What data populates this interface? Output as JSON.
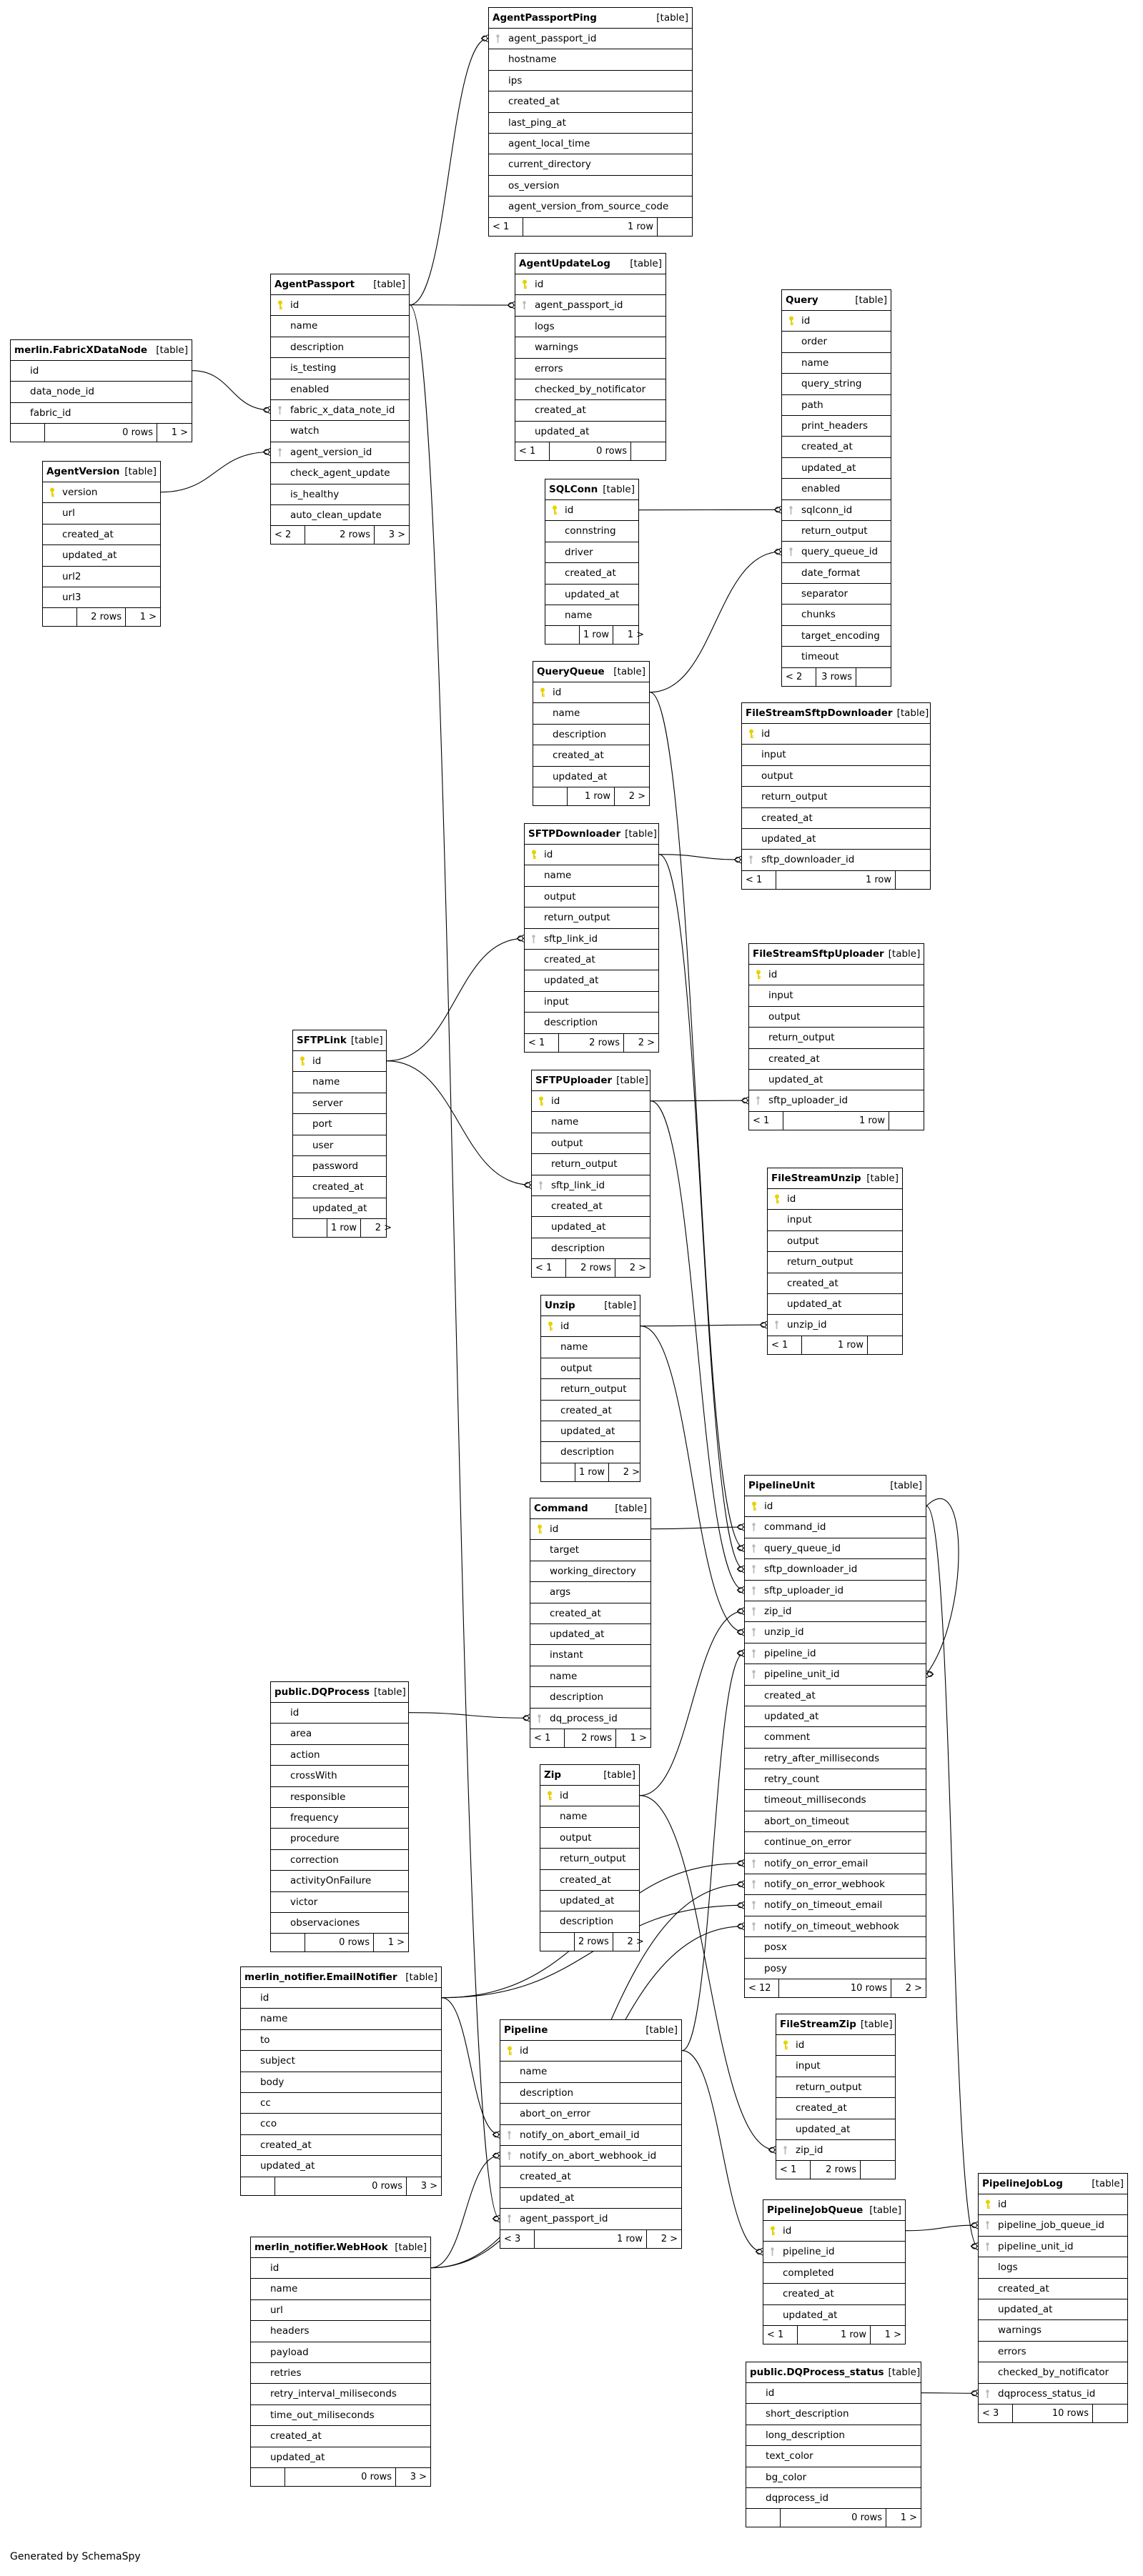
{
  "footer": {
    "generated_by": "Generated by SchemaSpy"
  },
  "tables": [
    {
      "id": "agentpassportping",
      "name": "AgentPassportPing",
      "type": "[table]",
      "pk": "id",
      "fk": [
        "agent_passport_id"
      ],
      "columns": [
        "agent_passport_id",
        "hostname",
        "ips",
        "created_at",
        "last_ping_at",
        "agent_local_time",
        "current_directory",
        "os_version",
        "agent_version_from_source_code"
      ],
      "footer": [
        "< 1",
        "1 row",
        ""
      ]
    },
    {
      "id": "agentupdatelog",
      "name": "AgentUpdateLog",
      "type": "[table]",
      "pk": "id",
      "fk": [
        "agent_passport_id"
      ],
      "columns": [
        "id",
        "agent_passport_id",
        "logs",
        "warnings",
        "errors",
        "checked_by_notificator",
        "created_at",
        "updated_at"
      ],
      "footer": [
        "< 1",
        "0 rows",
        ""
      ]
    },
    {
      "id": "merlinfabricxdatanode",
      "name": "merlin.FabricXDataNode",
      "type": "[table]",
      "pk": "",
      "fk": [],
      "columns": [
        "id",
        "data_node_id",
        "fabric_id"
      ],
      "footer": [
        "",
        "0 rows",
        "1 >"
      ]
    },
    {
      "id": "agentversion",
      "name": "AgentVersion",
      "type": "[table]",
      "pk": "version",
      "fk": [],
      "columns": [
        "version",
        "url",
        "created_at",
        "updated_at",
        "url2",
        "url3"
      ],
      "footer": [
        "",
        "2 rows",
        "1 >"
      ]
    },
    {
      "id": "agentpassport",
      "name": "AgentPassport",
      "type": "[table]",
      "pk": "id",
      "fk": [
        "fabric_x_data_note_id",
        "agent_version_id"
      ],
      "columns": [
        "id",
        "name",
        "description",
        "is_testing",
        "enabled",
        "fabric_x_data_note_id",
        "watch",
        "agent_version_id",
        "check_agent_update",
        "is_healthy",
        "auto_clean_update"
      ],
      "footer": [
        "< 2",
        "2 rows",
        "3 >"
      ]
    },
    {
      "id": "query",
      "name": "Query",
      "type": "[table]",
      "pk": "id",
      "fk": [
        "sqlconn_id",
        "query_queue_id"
      ],
      "columns": [
        "id",
        "order",
        "name",
        "query_string",
        "path",
        "print_headers",
        "created_at",
        "updated_at",
        "enabled",
        "sqlconn_id",
        "return_output",
        "query_queue_id",
        "date_format",
        "separator",
        "chunks",
        "target_encoding",
        "timeout"
      ],
      "footer": [
        "< 2",
        "3 rows",
        ""
      ]
    },
    {
      "id": "sqlconn",
      "name": "SQLConn",
      "type": "[table]",
      "pk": "id",
      "fk": [],
      "columns": [
        "id",
        "connstring",
        "driver",
        "created_at",
        "updated_at",
        "name"
      ],
      "footer": [
        "",
        "1 row",
        "1 >"
      ]
    },
    {
      "id": "queryqueue",
      "name": "QueryQueue",
      "type": "[table]",
      "pk": "id",
      "fk": [],
      "columns": [
        "id",
        "name",
        "description",
        "created_at",
        "updated_at"
      ],
      "footer": [
        "",
        "1 row",
        "2 >"
      ]
    },
    {
      "id": "filestreamsftpdownloader",
      "name": "FileStreamSftpDownloader",
      "type": "[table]",
      "pk": "id",
      "fk": [
        "sftp_downloader_id"
      ],
      "columns": [
        "id",
        "input",
        "output",
        "return_output",
        "created_at",
        "updated_at",
        "sftp_downloader_id"
      ],
      "footer": [
        "< 1",
        "1 row",
        ""
      ]
    },
    {
      "id": "sftpdownloader",
      "name": "SFTPDownloader",
      "type": "[table]",
      "pk": "id",
      "fk": [
        "sftp_link_id"
      ],
      "columns": [
        "id",
        "name",
        "output",
        "return_output",
        "sftp_link_id",
        "created_at",
        "updated_at",
        "input",
        "description"
      ],
      "footer": [
        "< 1",
        "2 rows",
        "2 >"
      ]
    },
    {
      "id": "filestreamsftpuploader",
      "name": "FileStreamSftpUploader",
      "type": "[table]",
      "pk": "id",
      "fk": [
        "sftp_uploader_id"
      ],
      "columns": [
        "id",
        "input",
        "output",
        "return_output",
        "created_at",
        "updated_at",
        "sftp_uploader_id"
      ],
      "footer": [
        "< 1",
        "1 row",
        ""
      ]
    },
    {
      "id": "sftplink",
      "name": "SFTPLink",
      "type": "[table]",
      "pk": "id",
      "fk": [],
      "columns": [
        "id",
        "name",
        "server",
        "port",
        "user",
        "password",
        "created_at",
        "updated_at"
      ],
      "footer": [
        "",
        "1 row",
        "2 >"
      ]
    },
    {
      "id": "sftpuploader",
      "name": "SFTPUploader",
      "type": "[table]",
      "pk": "id",
      "fk": [
        "sftp_link_id"
      ],
      "columns": [
        "id",
        "name",
        "output",
        "return_output",
        "sftp_link_id",
        "created_at",
        "updated_at",
        "description"
      ],
      "footer": [
        "< 1",
        "2 rows",
        "2 >"
      ]
    },
    {
      "id": "filestreamunzip",
      "name": "FileStreamUnzip",
      "type": "[table]",
      "pk": "id",
      "fk": [
        "unzip_id"
      ],
      "columns": [
        "id",
        "input",
        "output",
        "return_output",
        "created_at",
        "updated_at",
        "unzip_id"
      ],
      "footer": [
        "< 1",
        "1 row",
        ""
      ]
    },
    {
      "id": "unzip",
      "name": "Unzip",
      "type": "[table]",
      "pk": "id",
      "fk": [],
      "columns": [
        "id",
        "name",
        "output",
        "return_output",
        "created_at",
        "updated_at",
        "description"
      ],
      "footer": [
        "",
        "1 row",
        "2 >"
      ]
    },
    {
      "id": "command",
      "name": "Command",
      "type": "[table]",
      "pk": "id",
      "fk": [
        "dq_process_id"
      ],
      "columns": [
        "id",
        "target",
        "working_directory",
        "args",
        "created_at",
        "updated_at",
        "instant",
        "name",
        "description",
        "dq_process_id"
      ],
      "footer": [
        "< 1",
        "2 rows",
        "1 >"
      ]
    },
    {
      "id": "pipelineunit",
      "name": "PipelineUnit",
      "type": "[table]",
      "pk": "id",
      "fk": [
        "command_id",
        "query_queue_id",
        "sftp_downloader_id",
        "sftp_uploader_id",
        "zip_id",
        "unzip_id",
        "pipeline_id",
        "pipeline_unit_id",
        "notify_on_error_email",
        "notify_on_error_webhook",
        "notify_on_timeout_email",
        "notify_on_timeout_webhook"
      ],
      "columns": [
        "id",
        "command_id",
        "query_queue_id",
        "sftp_downloader_id",
        "sftp_uploader_id",
        "zip_id",
        "unzip_id",
        "pipeline_id",
        "pipeline_unit_id",
        "created_at",
        "updated_at",
        "comment",
        "retry_after_milliseconds",
        "retry_count",
        "timeout_milliseconds",
        "abort_on_timeout",
        "continue_on_error",
        "notify_on_error_email",
        "notify_on_error_webhook",
        "notify_on_timeout_email",
        "notify_on_timeout_webhook",
        "posx",
        "posy"
      ],
      "footer": [
        "< 12",
        "10 rows",
        "2 >"
      ]
    },
    {
      "id": "publicdqprocess",
      "name": "public.DQProcess",
      "type": "[table]",
      "pk": "",
      "fk": [],
      "columns": [
        "id",
        "area",
        "action",
        "crossWith",
        "responsible",
        "frequency",
        "procedure",
        "correction",
        "activityOnFailure",
        "victor",
        "observaciones"
      ],
      "footer": [
        "",
        "0 rows",
        "1 >"
      ]
    },
    {
      "id": "zip",
      "name": "Zip",
      "type": "[table]",
      "pk": "id",
      "fk": [],
      "columns": [
        "id",
        "name",
        "output",
        "return_output",
        "created_at",
        "updated_at",
        "description"
      ],
      "footer": [
        "",
        "2 rows",
        "2 >"
      ]
    },
    {
      "id": "emailnotifier",
      "name": "merlin_notifier.EmailNotifier",
      "type": "[table]",
      "pk": "",
      "fk": [],
      "columns": [
        "id",
        "name",
        "to",
        "subject",
        "body",
        "cc",
        "cco",
        "created_at",
        "updated_at"
      ],
      "footer": [
        "",
        "0 rows",
        "3 >"
      ]
    },
    {
      "id": "pipeline",
      "name": "Pipeline",
      "type": "[table]",
      "pk": "id",
      "fk": [
        "notify_on_abort_email_id",
        "notify_on_abort_webhook_id",
        "agent_passport_id"
      ],
      "columns": [
        "id",
        "name",
        "description",
        "abort_on_error",
        "notify_on_abort_email_id",
        "notify_on_abort_webhook_id",
        "created_at",
        "updated_at",
        "agent_passport_id"
      ],
      "footer": [
        "< 3",
        "1 row",
        "2 >"
      ]
    },
    {
      "id": "filestreamzip",
      "name": "FileStreamZip",
      "type": "[table]",
      "pk": "id",
      "fk": [
        "zip_id"
      ],
      "columns": [
        "id",
        "input",
        "return_output",
        "created_at",
        "updated_at",
        "zip_id"
      ],
      "footer": [
        "< 1",
        "2 rows",
        ""
      ]
    },
    {
      "id": "pipelinejobqueue",
      "name": "PipelineJobQueue",
      "type": "[table]",
      "pk": "id",
      "fk": [
        "pipeline_id"
      ],
      "columns": [
        "id",
        "pipeline_id",
        "completed",
        "created_at",
        "updated_at"
      ],
      "footer": [
        "< 1",
        "1 row",
        "1 >"
      ]
    },
    {
      "id": "pipelinejoblog",
      "name": "PipelineJobLog",
      "type": "[table]",
      "pk": "id",
      "fk": [
        "pipeline_job_queue_id",
        "pipeline_unit_id",
        "dqprocess_status_id"
      ],
      "columns": [
        "id",
        "pipeline_job_queue_id",
        "pipeline_unit_id",
        "logs",
        "created_at",
        "updated_at",
        "warnings",
        "errors",
        "checked_by_notificator",
        "dqprocess_status_id"
      ],
      "footer": [
        "< 3",
        "10 rows",
        ""
      ]
    },
    {
      "id": "webhook",
      "name": "merlin_notifier.WebHook",
      "type": "[table]",
      "pk": "",
      "fk": [],
      "columns": [
        "id",
        "name",
        "url",
        "headers",
        "payload",
        "retries",
        "retry_interval_miliseconds",
        "time_out_miliseconds",
        "created_at",
        "updated_at"
      ],
      "footer": [
        "",
        "0 rows",
        "3 >"
      ]
    },
    {
      "id": "dqprocessstatus",
      "name": "public.DQProcess_status",
      "type": "[table]",
      "pk": "",
      "fk": [],
      "columns": [
        "id",
        "short_description",
        "long_description",
        "text_color",
        "bg_color",
        "dqprocess_id"
      ],
      "footer": [
        "",
        "0 rows",
        "1 >"
      ]
    }
  ],
  "relations": [
    {
      "from": "agentpassportping",
      "col": "agent_passport_id",
      "to": "agentpassport"
    },
    {
      "from": "agentupdatelog",
      "col": "agent_passport_id",
      "to": "agentpassport"
    },
    {
      "from": "agentpassport",
      "col": "fabric_x_data_note_id",
      "to": "merlinfabricxdatanode"
    },
    {
      "from": "agentpassport",
      "col": "agent_version_id",
      "to": "agentversion"
    },
    {
      "from": "query",
      "col": "sqlconn_id",
      "to": "sqlconn"
    },
    {
      "from": "query",
      "col": "query_queue_id",
      "to": "queryqueue"
    },
    {
      "from": "filestreamsftpdownloader",
      "col": "sftp_downloader_id",
      "to": "sftpdownloader"
    },
    {
      "from": "sftpdownloader",
      "col": "sftp_link_id",
      "to": "sftplink"
    },
    {
      "from": "sftpuploader",
      "col": "sftp_link_id",
      "to": "sftplink"
    },
    {
      "from": "filestreamsftpuploader",
      "col": "sftp_uploader_id",
      "to": "sftpuploader"
    },
    {
      "from": "filestreamunzip",
      "col": "unzip_id",
      "to": "unzip"
    },
    {
      "from": "command",
      "col": "dq_process_id",
      "to": "publicdqprocess"
    },
    {
      "from": "pipelineunit",
      "col": "command_id",
      "to": "command"
    },
    {
      "from": "pipelineunit",
      "col": "query_queue_id",
      "to": "queryqueue"
    },
    {
      "from": "pipelineunit",
      "col": "sftp_downloader_id",
      "to": "sftpdownloader"
    },
    {
      "from": "pipelineunit",
      "col": "sftp_uploader_id",
      "to": "sftpuploader"
    },
    {
      "from": "pipelineunit",
      "col": "zip_id",
      "to": "zip"
    },
    {
      "from": "pipelineunit",
      "col": "unzip_id",
      "to": "unzip"
    },
    {
      "from": "pipelineunit",
      "col": "pipeline_id",
      "to": "pipeline"
    },
    {
      "from": "pipelineunit",
      "col": "pipeline_unit_id",
      "to": "pipelineunit"
    },
    {
      "from": "pipelineunit",
      "col": "notify_on_error_email",
      "to": "emailnotifier"
    },
    {
      "from": "pipelineunit",
      "col": "notify_on_error_webhook",
      "to": "webhook"
    },
    {
      "from": "pipelineunit",
      "col": "notify_on_timeout_email",
      "to": "emailnotifier"
    },
    {
      "from": "pipelineunit",
      "col": "notify_on_timeout_webhook",
      "to": "webhook"
    },
    {
      "from": "pipeline",
      "col": "notify_on_abort_email_id",
      "to": "emailnotifier"
    },
    {
      "from": "pipeline",
      "col": "notify_on_abort_webhook_id",
      "to": "webhook"
    },
    {
      "from": "pipeline",
      "col": "agent_passport_id",
      "to": "agentpassport"
    },
    {
      "from": "filestreamzip",
      "col": "zip_id",
      "to": "zip"
    },
    {
      "from": "pipelinejobqueue",
      "col": "pipeline_id",
      "to": "pipeline"
    },
    {
      "from": "pipelinejoblog",
      "col": "pipeline_job_queue_id",
      "to": "pipelinejobqueue"
    },
    {
      "from": "pipelinejoblog",
      "col": "pipeline_unit_id",
      "to": "pipelineunit"
    },
    {
      "from": "pipelinejoblog",
      "col": "dqprocess_status_id",
      "to": "dqprocessstatus"
    }
  ]
}
